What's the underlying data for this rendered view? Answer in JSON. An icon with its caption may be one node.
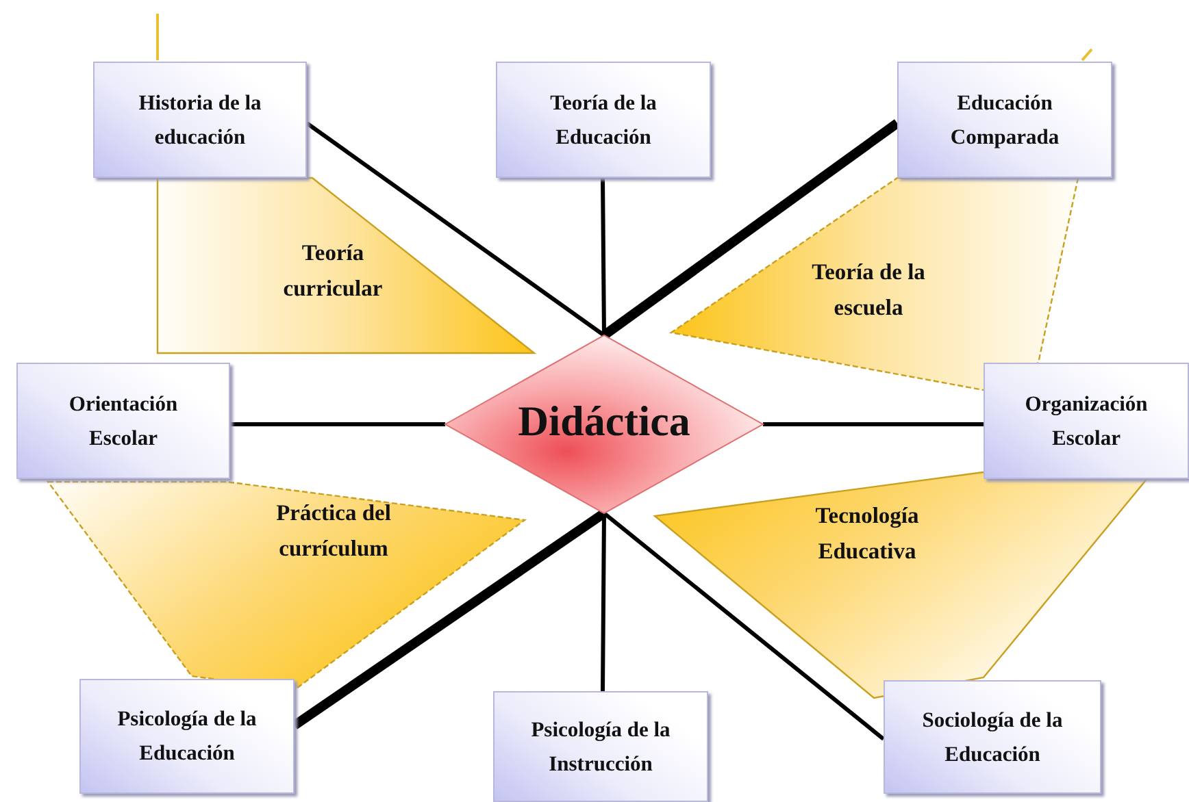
{
  "diagram": {
    "nodes": [
      {
        "text": [
          "Didáctica"
        ]
      },
      {
        "text": [
          "Historia de la educación"
        ]
      },
      {
        "text": [
          "Teoría de la Educación"
        ]
      },
      {
        "text": [
          "Educación Comparada"
        ]
      },
      {
        "text": [
          "Orientación Escolar"
        ]
      },
      {
        "text": [
          "Organización Escolar"
        ]
      },
      {
        "text": [
          "Psicología de la Educación"
        ]
      },
      {
        "text": [
          "Psicología de la Instrucción"
        ]
      },
      {
        "text": [
          "Sociología de la Educación"
        ]
      },
      {
        "text": [
          "Teoría curricular"
        ]
      },
      {
        "text": [
          "Teoría de la escuela"
        ]
      },
      {
        "text": [
          "Práctica del currículum"
        ]
      },
      {
        "text": [
          "Tecnología Educativa"
        ]
      }
    ],
    "edges": [
      {
        "from": 0,
        "to": 1,
        "arrow": "none"
      },
      {
        "from": 0,
        "to": 2,
        "arrow": "none"
      },
      {
        "from": 0,
        "to": 3,
        "arrow": "none",
        "style": "thick"
      },
      {
        "from": 0,
        "to": 4,
        "arrow": "none"
      },
      {
        "from": 0,
        "to": 5,
        "arrow": "none"
      },
      {
        "from": 0,
        "to": 6,
        "arrow": "none",
        "style": "thick"
      },
      {
        "from": 0,
        "to": 7,
        "arrow": "none"
      },
      {
        "from": 0,
        "to": 8,
        "arrow": "none"
      }
    ]
  }
}
